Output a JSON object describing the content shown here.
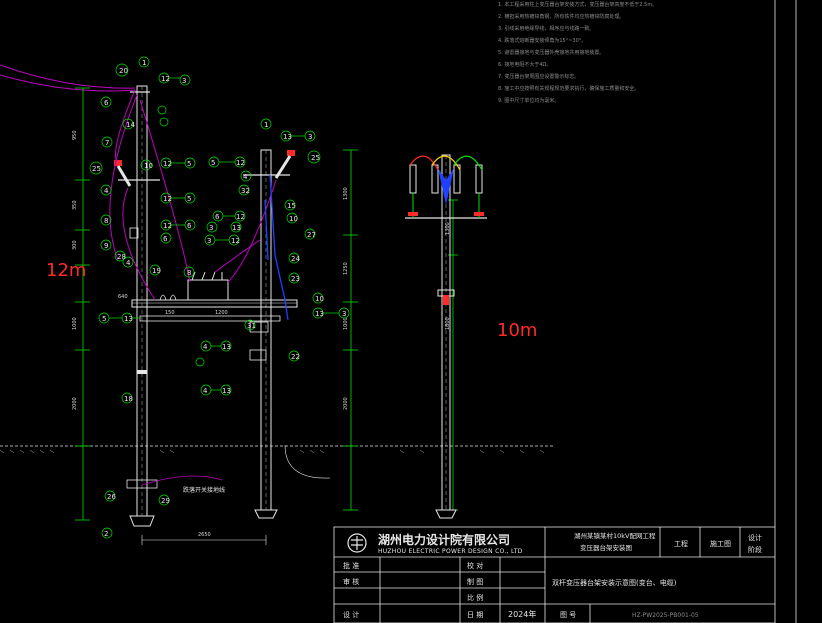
{
  "viewer": {
    "background": "#000000",
    "accent_red": "#ff2a2a",
    "line_green": "#00e000",
    "line_white": "#e6e6e6",
    "line_magenta": "#c000c0",
    "line_blue": "#2040ff"
  },
  "drawing": {
    "pole_left_height": "12m",
    "pole_right_height": "10m",
    "right_pole_dims": [
      "1300",
      "1800"
    ],
    "left_dims": [
      "950",
      "350",
      "300",
      "1000",
      "2000"
    ],
    "right_dims": [
      "1300",
      "1250",
      "1000",
      "2000"
    ],
    "bottom_dim": "2650",
    "crossarm_dims": [
      "640",
      "150",
      "1200"
    ],
    "ground_label": "跌落开关接地线",
    "notes": [
      "1. 本工程采用柱上变压器台架安装方式，变压器台架高度不低于2.5m。",
      "2. 横担采用热镀锌角钢，所有铁件均应热镀锌防腐处理。",
      "3. 引线采用绝缘导线，相序应与线路一致。",
      "4. 跌落式熔断器安装倾角为15°~30°。",
      "5. 避雷器接地与变压器外壳接地共用接地装置。",
      "6. 接地电阻不大于4Ω。",
      "7. 变压器台架周围应设置警示标志。",
      "8. 施工中应按照有关规程规范要求执行，确保施工质量和安全。",
      "9. 图中尺寸单位均为毫米。"
    ]
  },
  "title_block": {
    "company_cn": "湖州电力设计院有限公司",
    "company_en": "HUZHOU ELECTRIC POWER DESIGN CO., LTD",
    "project_line1": "湖州某镇某村10kV配网工程",
    "project_line2": "变压器台架安装图",
    "stage_label": "工程",
    "stage_value": "施工图",
    "type_label": "设计",
    "type_value": "阶段",
    "drawing_title": "双杆变压器台架安装示意图(变台、电缆)",
    "rows": [
      {
        "label": "批 准",
        "mid": "校 对"
      },
      {
        "label": "审 核",
        "mid": "制 图"
      },
      {
        "label": "",
        "mid": "比 例"
      },
      {
        "label": "设 计",
        "mid": "日 期"
      }
    ],
    "date": "2024年",
    "drawing_no_label": "图 号",
    "drawing_no": "HZ-PW2025-PB001-05"
  }
}
